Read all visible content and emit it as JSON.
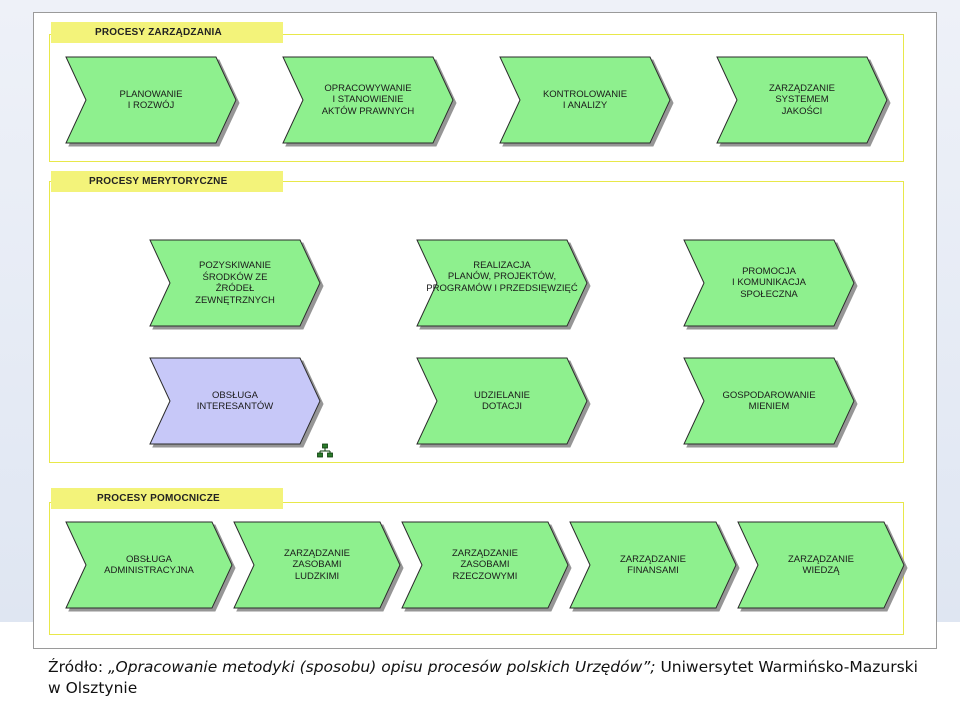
{
  "colors": {
    "process_fill": "#8ef08e",
    "process_stroke": "#2a2a2a",
    "highlight_fill": "#c7c8f8",
    "group_border": "#e8e84a",
    "group_label_bg": "#f3f37a"
  },
  "groups": [
    {
      "title": "PROCESY ZARZĄDZANIA",
      "processes": [
        "PLANOWANIE\nI ROZWÓJ",
        "OPRACOWYWANIE\nI STANOWIENIE\nAKTÓW PRAWNYCH",
        "KONTROLOWANIE\nI ANALIZY",
        "ZARZĄDZANIE\nSYSTEMEM\nJAKOŚCI"
      ]
    },
    {
      "title": "PROCESY MERYTORYCZNE",
      "processes": [
        "POZYSKIWANIE\nŚRODKÓW ZE\nŹRÓDEŁ\nZEWNĘTRZNYCH",
        "REALIZACJA\nPLANÓW, PROJEKTÓW,\nPROGRAMÓW I PRZEDSIĘWZIĘĆ",
        "PROMOCJA\nI KOMUNIKACJA\nSPOŁECZNA",
        "OBSŁUGA\nINTERESANTÓW",
        "UDZIELANIE\nDOTACJI",
        "GOSPODAROWANIE\nMIENIEM"
      ]
    },
    {
      "title": "PROCESY POMOCNICZE",
      "processes": [
        "OBSŁUGA\nADMINISTRACYJNA",
        "ZARZĄDZANIE\nZASOBAMI\nLUDZKIMI",
        "ZARZĄDZANIE\nZASOBAMI\nRZECZOWYMI",
        "ZARZĄDZANIE\nFINANSAMI",
        "ZARZĄDZANIE\nWIEDZĄ"
      ]
    }
  ],
  "highlighted_process": "OBSŁUGA\nINTERESANTÓW",
  "icons": {
    "hierarchy": "hierarchy-icon"
  },
  "caption": {
    "prefix": "Źródło: ",
    "italic": "„Opracowanie metodyki (sposobu) opisu procesów polskich Urzędów”;",
    "suffix": " Uniwersytet Warmińsko-Mazurski w Olsztynie"
  }
}
